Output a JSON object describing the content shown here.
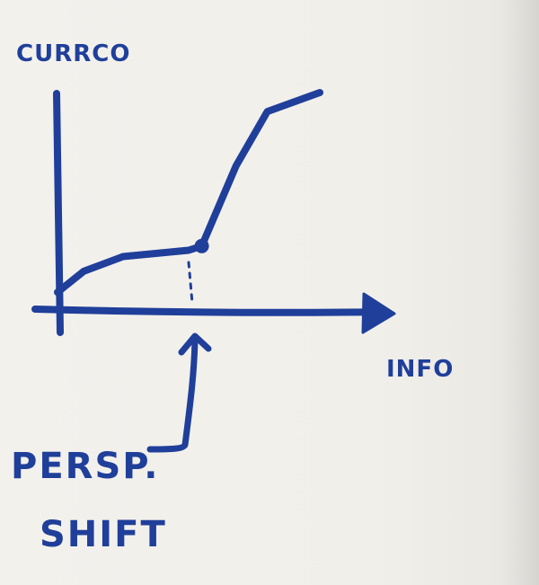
{
  "chart_data": {
    "type": "line",
    "ylabel": "CURRCO",
    "xlabel": "INFO",
    "annotations": [
      {
        "text": "PERSP. SHIFT",
        "points_to": "knee"
      }
    ],
    "series": [
      {
        "values": [
          {
            "x": 0.0,
            "y": 0.02
          },
          {
            "x": 0.1,
            "y": 0.12
          },
          {
            "x": 0.25,
            "y": 0.19
          },
          {
            "x": 0.5,
            "y": 0.22
          },
          {
            "x": 0.55,
            "y": 0.24
          },
          {
            "x": 0.68,
            "y": 0.62
          },
          {
            "x": 0.8,
            "y": 0.88
          },
          {
            "x": 1.0,
            "y": 0.97
          }
        ]
      }
    ],
    "knee": {
      "x": 0.55,
      "y": 0.24
    },
    "colors": {
      "ink": "#1f3f9a"
    }
  }
}
